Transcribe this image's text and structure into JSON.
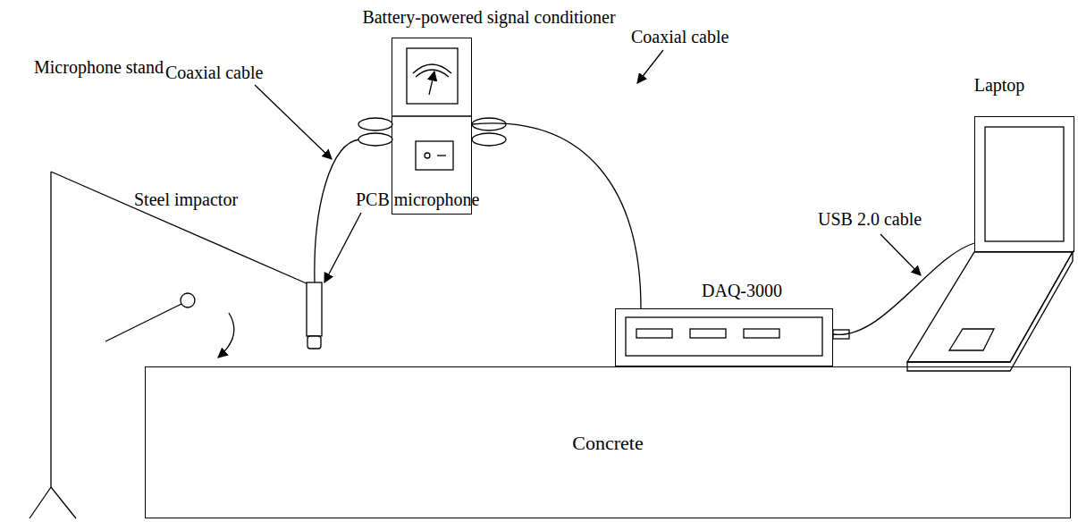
{
  "diagram": {
    "nodes": [
      {
        "text": [
          "Battery-powered signal conditioner"
        ]
      },
      {
        "text": [
          "DAQ-3000"
        ]
      },
      {
        "text": [
          "Laptop"
        ]
      },
      {
        "text": [
          "Concrete"
        ]
      }
    ],
    "edges": [
      {
        "from": 0,
        "to": 1,
        "arrow": "none"
      },
      {
        "from": 1,
        "to": 2,
        "arrow": "none"
      }
    ],
    "labels": [
      "Coaxial cable",
      "Coaxial cable",
      "Microphone stand",
      "Steel impactor",
      "PCB microphone",
      "USB 2.0 cable"
    ]
  }
}
